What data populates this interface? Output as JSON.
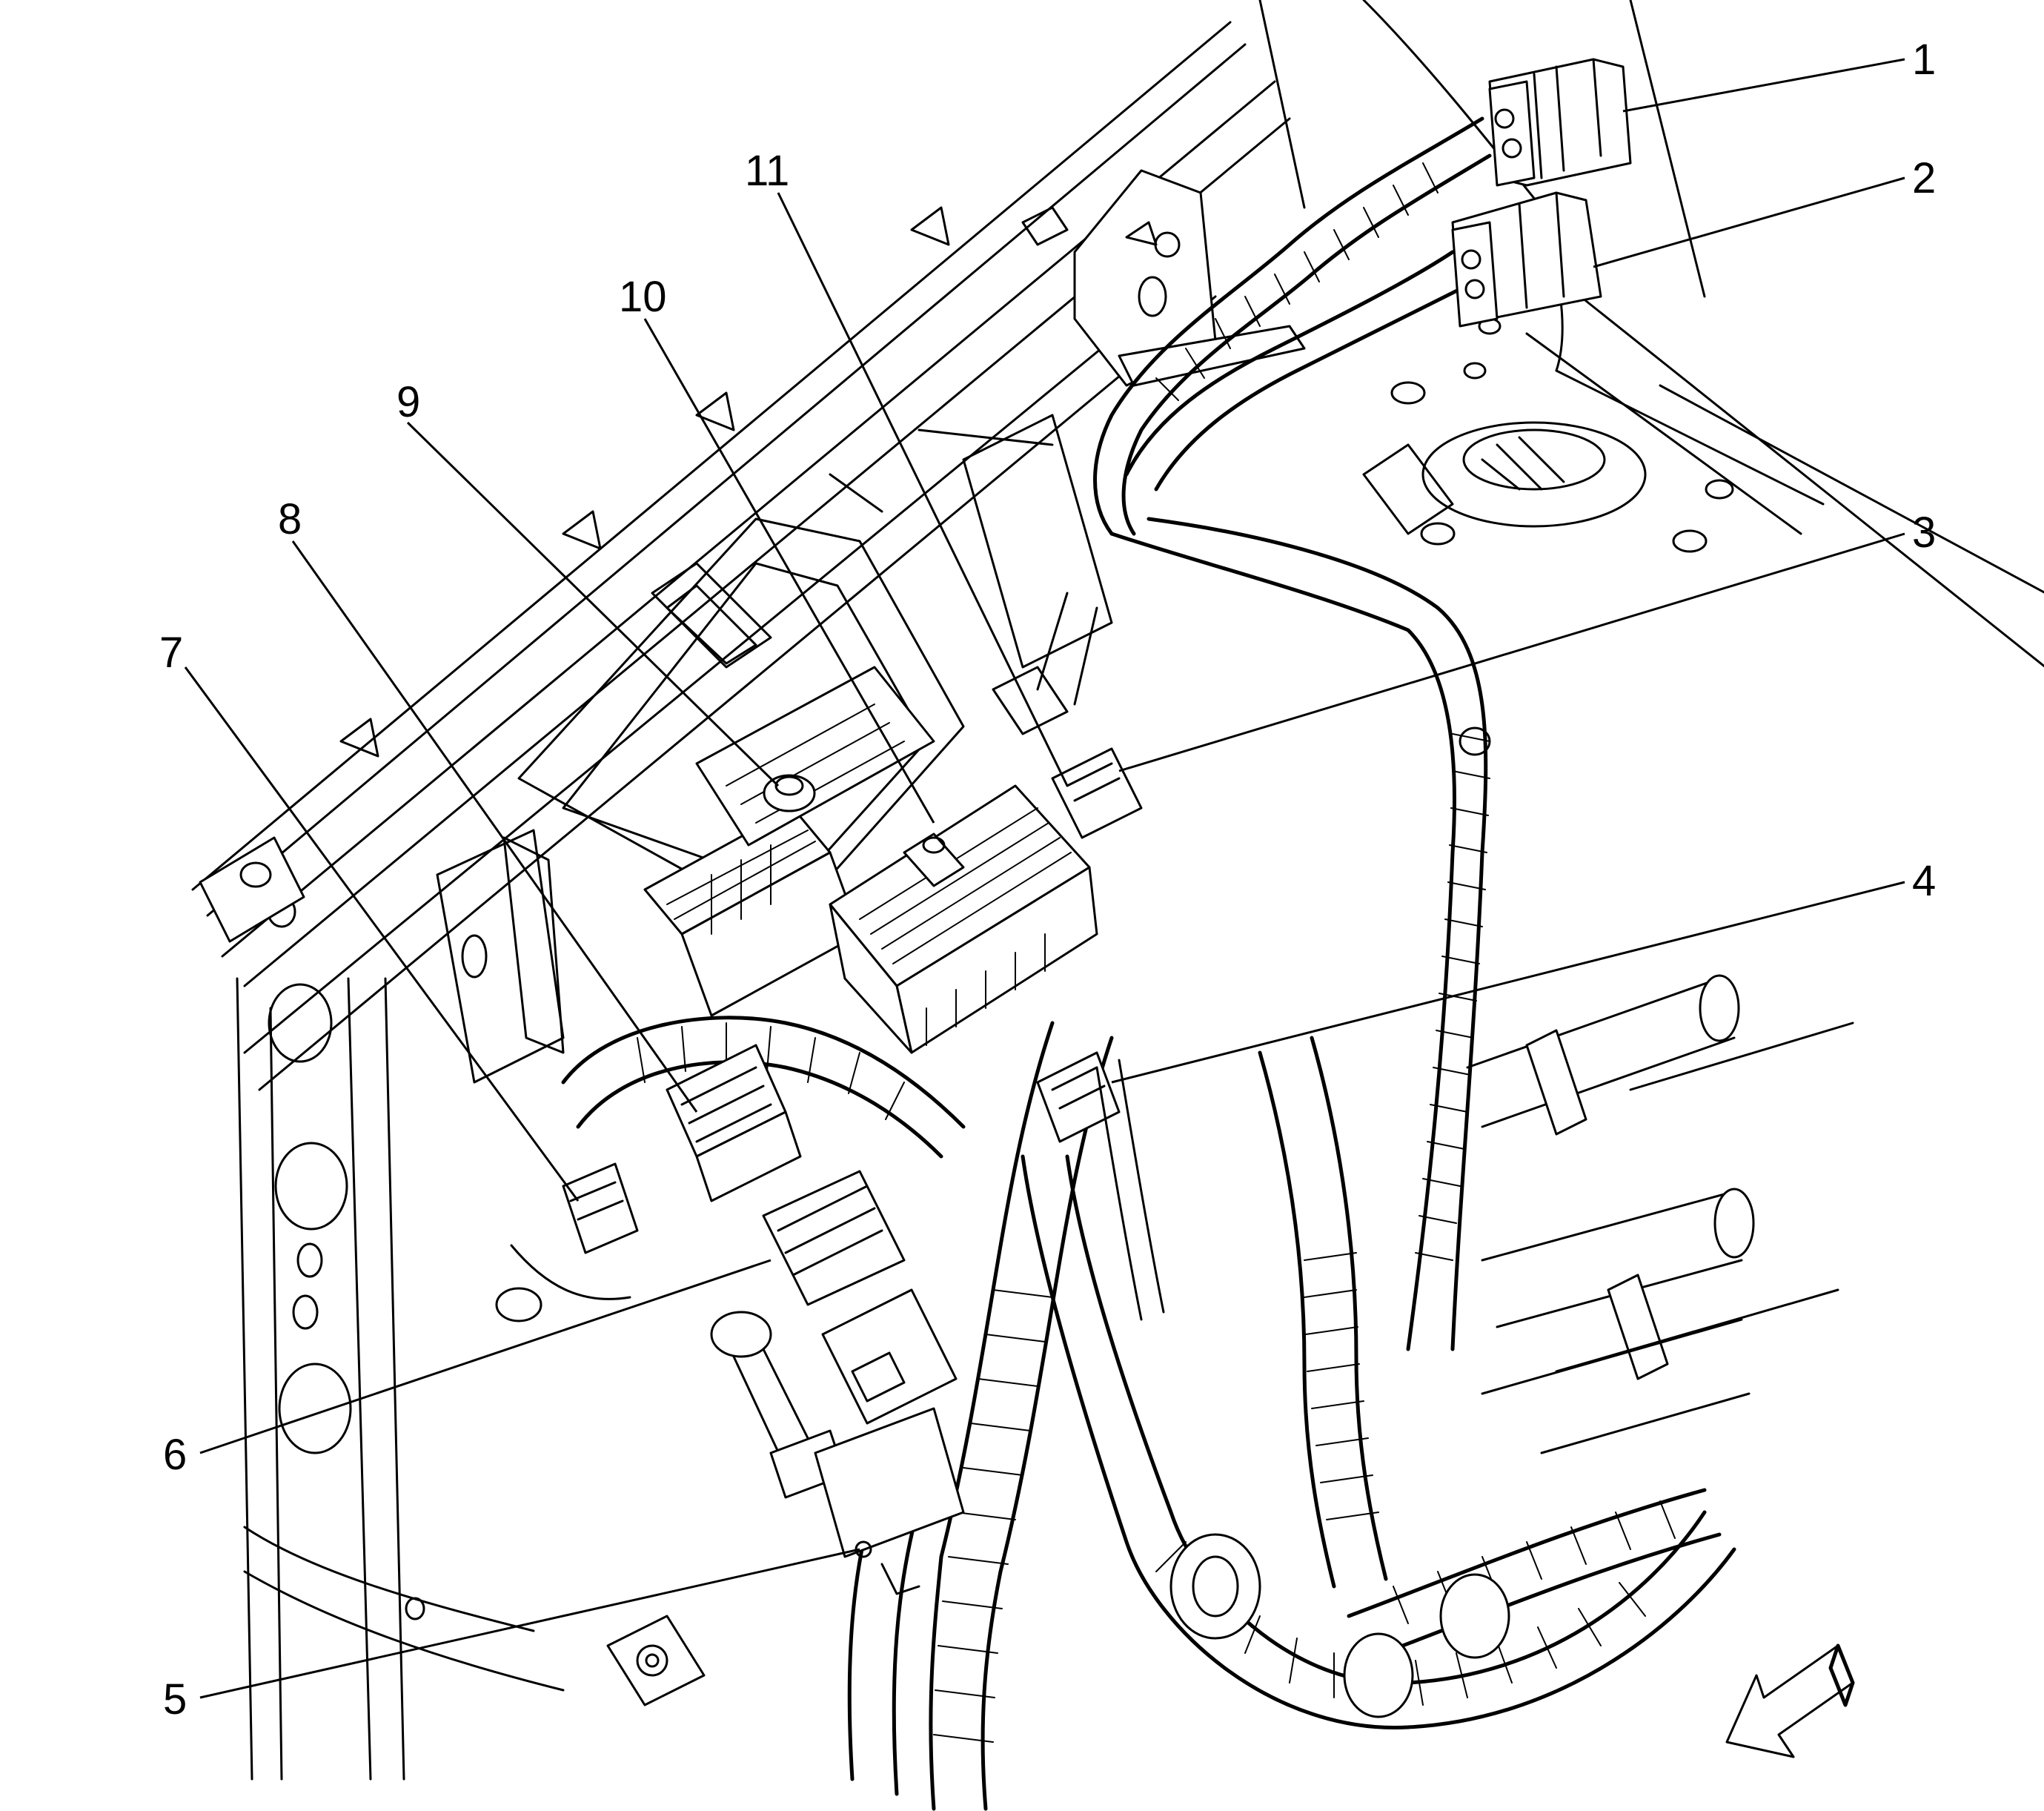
{
  "diagram": {
    "callouts": [
      {
        "id": "1",
        "label": "1"
      },
      {
        "id": "2",
        "label": "2"
      },
      {
        "id": "3",
        "label": "3"
      },
      {
        "id": "4",
        "label": "4"
      },
      {
        "id": "5",
        "label": "5"
      },
      {
        "id": "6",
        "label": "6"
      },
      {
        "id": "7",
        "label": "7"
      },
      {
        "id": "8",
        "label": "8"
      },
      {
        "id": "9",
        "label": "9"
      },
      {
        "id": "10",
        "label": "10"
      },
      {
        "id": "11",
        "label": "11"
      }
    ],
    "icons": {
      "direction_arrow": "arrow-icon"
    }
  }
}
